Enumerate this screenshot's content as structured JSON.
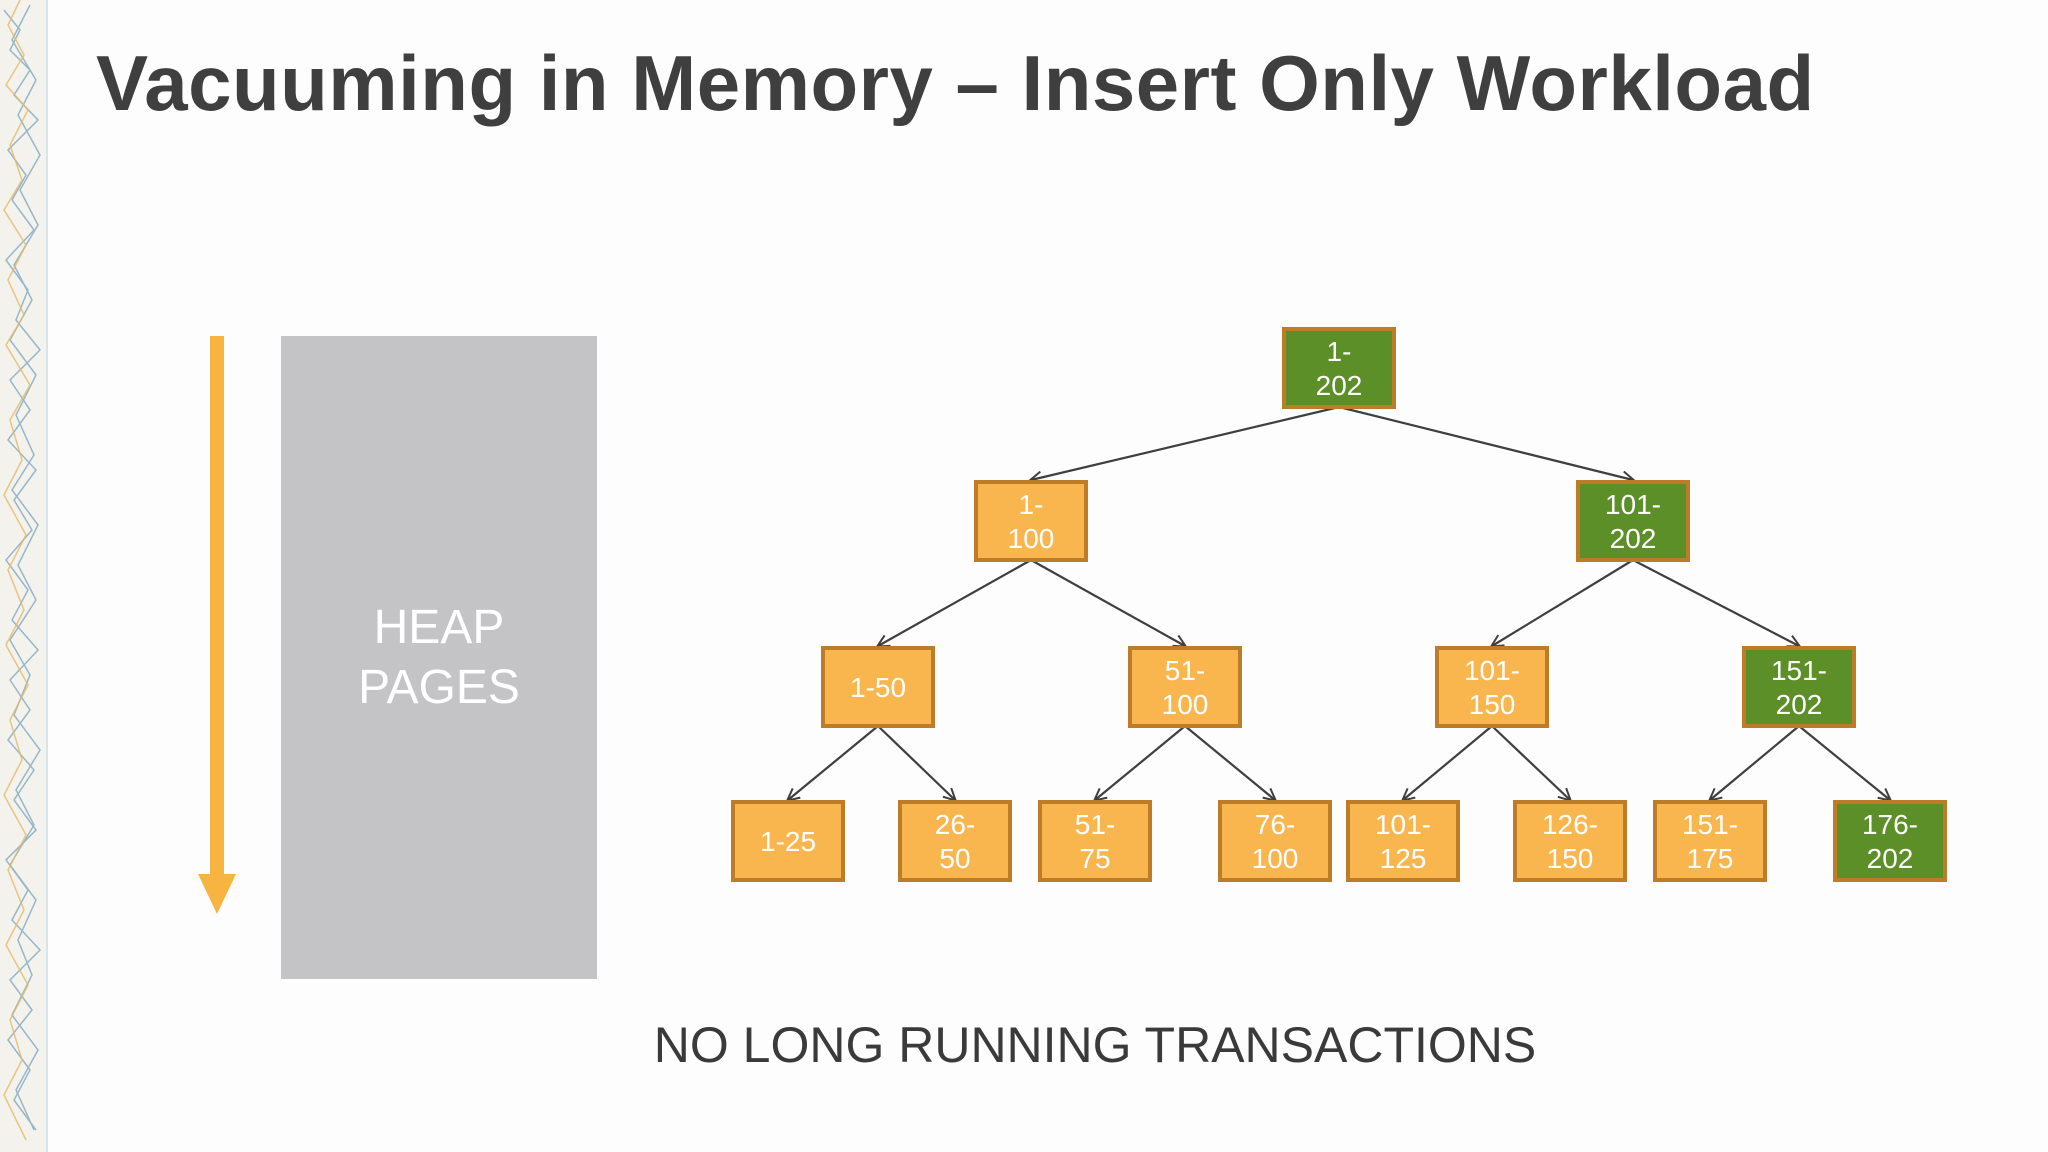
{
  "title": "Vacuuming in Memory – Insert Only Workload",
  "heap": {
    "label": "HEAP\nPAGES"
  },
  "footer": "NO LONG RUNNING TRANSACTIONS",
  "colors": {
    "orange": "#f9b64f",
    "green": "#5c8f27",
    "node_border": "#bd7c27",
    "heap_gray": "#c4c3c5",
    "arrow": "#f8b441",
    "edge": "#3f3f3f"
  },
  "tree": {
    "nodes": [
      {
        "id": "n1",
        "lines": [
          "1-",
          "202"
        ],
        "color": "green"
      },
      {
        "id": "n2",
        "lines": [
          "1-",
          "100"
        ],
        "color": "orange"
      },
      {
        "id": "n3",
        "lines": [
          "101-",
          "202"
        ],
        "color": "green"
      },
      {
        "id": "n4",
        "lines": [
          "1-50"
        ],
        "color": "orange"
      },
      {
        "id": "n5",
        "lines": [
          "51-",
          "100"
        ],
        "color": "orange"
      },
      {
        "id": "n6",
        "lines": [
          "101-",
          "150"
        ],
        "color": "orange"
      },
      {
        "id": "n7",
        "lines": [
          "151-",
          "202"
        ],
        "color": "green"
      },
      {
        "id": "n8",
        "lines": [
          "1-25"
        ],
        "color": "orange"
      },
      {
        "id": "n9",
        "lines": [
          "26-",
          "50"
        ],
        "color": "orange"
      },
      {
        "id": "n10",
        "lines": [
          "51-",
          "75"
        ],
        "color": "orange"
      },
      {
        "id": "n11",
        "lines": [
          "76-",
          "100"
        ],
        "color": "orange"
      },
      {
        "id": "n12",
        "lines": [
          "101-",
          "125"
        ],
        "color": "orange"
      },
      {
        "id": "n13",
        "lines": [
          "126-",
          "150"
        ],
        "color": "orange"
      },
      {
        "id": "n14",
        "lines": [
          "151-",
          "175"
        ],
        "color": "orange"
      },
      {
        "id": "n15",
        "lines": [
          "176-",
          "202"
        ],
        "color": "green"
      }
    ],
    "edges": [
      [
        "n1",
        "n2"
      ],
      [
        "n1",
        "n3"
      ],
      [
        "n2",
        "n4"
      ],
      [
        "n2",
        "n5"
      ],
      [
        "n3",
        "n6"
      ],
      [
        "n3",
        "n7"
      ],
      [
        "n4",
        "n8"
      ],
      [
        "n4",
        "n9"
      ],
      [
        "n5",
        "n10"
      ],
      [
        "n5",
        "n11"
      ],
      [
        "n6",
        "n12"
      ],
      [
        "n6",
        "n13"
      ],
      [
        "n7",
        "n14"
      ],
      [
        "n7",
        "n15"
      ]
    ]
  }
}
